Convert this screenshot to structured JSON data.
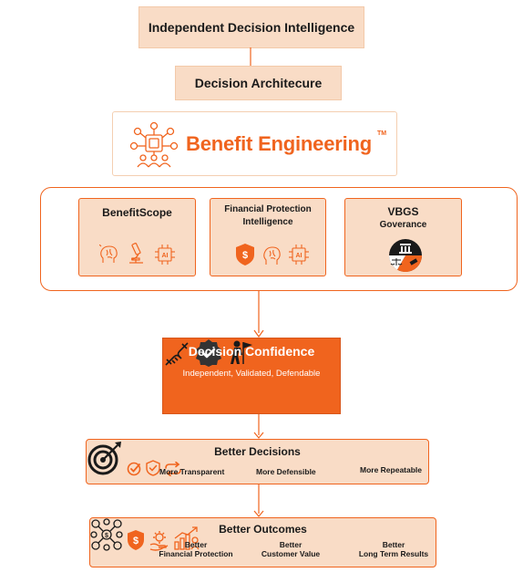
{
  "top": {
    "title": "Independent Decision Intelligence"
  },
  "architecture": {
    "title": "Decision Architecure"
  },
  "benefit_engineering": {
    "title": "Benefit Engineering",
    "trademark": "TM"
  },
  "cards": [
    {
      "title_line1": "BenefitScope",
      "title_line2": "",
      "icons": [
        "brain-icon",
        "microscope-icon",
        "ai-chip-icon"
      ]
    },
    {
      "title_line1": "Financial Protection",
      "title_line2": "Intelligence",
      "icons": [
        "dollar-shield-icon",
        "brain-icon",
        "ai-chip-icon"
      ]
    },
    {
      "title_line1": "VBGS",
      "title_line2": "Goverance",
      "icons": [
        "governance-seal-icon"
      ]
    }
  ],
  "confidence": {
    "title": "Decision Confidence",
    "subtitle": "Independent, Validated, Defendable",
    "icons": [
      "handshake-icon",
      "verified-badge-icon",
      "climber-flag-icon"
    ]
  },
  "better_decisions": {
    "title": "Better Decisions",
    "items": [
      "More Transparent",
      "More Defensible",
      "More Repeatable"
    ],
    "icons": [
      "target-icon",
      "check-circle-icon",
      "shield-check-icon",
      "repeat-arrows-icon"
    ]
  },
  "better_outcomes": {
    "title": "Better Outcomes",
    "items": [
      {
        "line1": "Better",
        "line2": "Financial Protection"
      },
      {
        "line1": "Better",
        "line2": "Customer Value"
      },
      {
        "line1": "Better",
        "line2": "Long Term Results"
      }
    ],
    "icons": [
      "money-network-icon",
      "dollar-shield-icon",
      "hand-gear-icon",
      "growth-chart-icon"
    ]
  },
  "colors": {
    "accent": "#f0641e",
    "peach": "#f9dcc6",
    "dark": "#1a1a1a"
  }
}
